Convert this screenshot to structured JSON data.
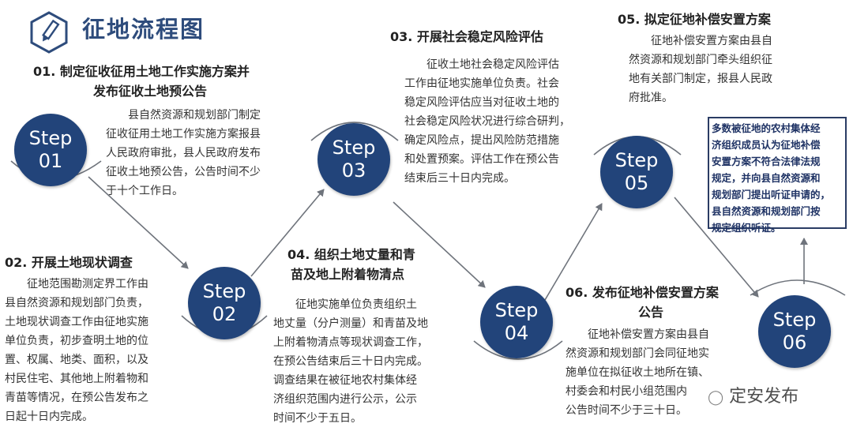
{
  "title": "征地流程图",
  "colors": {
    "primary": "#22447a",
    "title": "#2e4c7c",
    "line": "#6f747c"
  },
  "steps": [
    {
      "word": "Step",
      "num": "01",
      "heading": [
        "01. 制定征收征用土地工作实施方案并",
        "发布征收土地预公告"
      ],
      "body": [
        "县自然资源和规划部门制定",
        "征收征用土地工作实施方案报县",
        "人民政府审批，县人民政府发布",
        "征收土地预公告，公告时间不少",
        "于十个工作日。"
      ]
    },
    {
      "word": "Step",
      "num": "02",
      "heading": [
        "02. 开展土地现状调查"
      ],
      "body": [
        "征地范围勘测定界工作由",
        "县自然资源和规划部门负责，",
        "土地现状调查工作由征地实施",
        "单位负责，初步查明土地的位",
        "置、权属、地类、面积，以及",
        "村民住宅、其他地上附着物和",
        "青苗等情况，在预公告发布之",
        "日起十日内完成。"
      ]
    },
    {
      "word": "Step",
      "num": "03",
      "heading": [
        "03. 开展社会稳定风险评估"
      ],
      "body": [
        "征收土地社会稳定风险评估",
        "工作由征地实施单位负责。社会",
        "稳定风险评估应当对征收土地的",
        "社会稳定风险状况进行综合研判，",
        "确定风险点，提出风险防范措施",
        "和处置预案。评估工作在预公告",
        "结束后三十日内完成。"
      ]
    },
    {
      "word": "Step",
      "num": "04",
      "heading": [
        "04. 组织土地丈量和青",
        "苗及地上附着物清点"
      ],
      "body": [
        "征地实施单位负责组织土",
        "地丈量（分户测量）和青苗及地",
        "上附着物清点等现状调查工作，",
        "在预公告结束后三十日内完成。",
        "调查结果在被征地农村集体经",
        "济组织范围内进行公示，公示",
        "时间不少于五日。"
      ]
    },
    {
      "word": "Step",
      "num": "05",
      "heading": [
        "05. 拟定征地补偿安置方案"
      ],
      "body": [
        "征地补偿安置方案由县自",
        "然资源和规划部门牵头组织征",
        "地有关部门制定，报县人民政",
        "府批准。"
      ]
    },
    {
      "word": "Step",
      "num": "06",
      "heading": [
        "06. 发布征地补偿安置方案",
        "公告"
      ],
      "body": [
        "征地补偿安置方案由县自",
        "然资源和规划部门会同征地实",
        "施单位在拟征收土地所在镇、",
        "村委会和村民小组范围内",
        "公告时间不少于三十日。"
      ]
    }
  ],
  "note": [
    "多数被征地的农村集体经",
    "济组织成员认为征地补偿",
    "安置方案不符合法律法规",
    "规定，并向县自然资源和",
    "规划部门提出听证申请的，",
    "县自然资源和规划部门按",
    "规定组织听证。"
  ],
  "watermark": "定安发布"
}
